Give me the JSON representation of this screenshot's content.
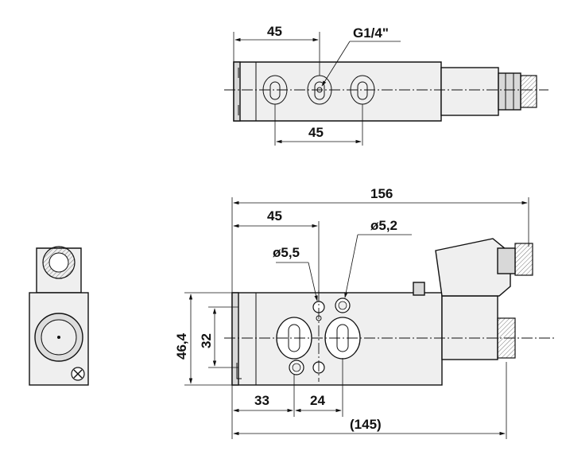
{
  "drawing": {
    "top_view": {
      "dim_left_45": "45",
      "dim_port_thread": "G1/4\"",
      "dim_port_spacing": "45"
    },
    "front_view": {
      "dim_overall_length": "156",
      "dim_top_45": "45",
      "dim_hole_55": "ø5,5",
      "dim_hole_52": "ø5,2",
      "dim_height_464": "46,4",
      "dim_height_32": "32",
      "dim_bottom_33": "33",
      "dim_bottom_24": "24",
      "dim_body_145": "(145)"
    }
  }
}
